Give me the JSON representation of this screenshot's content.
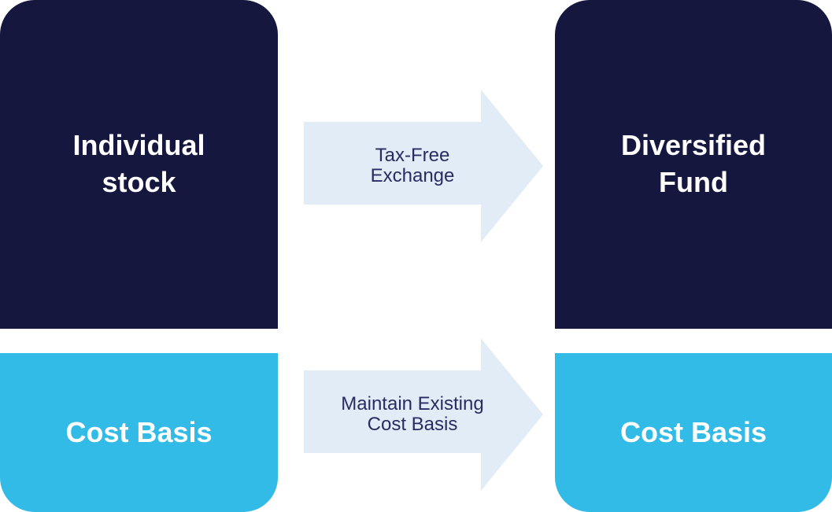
{
  "left": {
    "top_label": "Individual\nstock",
    "bottom_label": "Cost Basis"
  },
  "right": {
    "top_label": "Diversified\nFund",
    "bottom_label": "Cost Basis"
  },
  "arrows": {
    "top_label": "Tax-Free\nExchange",
    "bottom_label": "Maintain Existing\nCost Basis"
  },
  "colors": {
    "dark_box": "#15173f",
    "light_box": "#31bbe6",
    "arrow_fill": "#e1ecf6",
    "arrow_text": "#2b2b63"
  }
}
